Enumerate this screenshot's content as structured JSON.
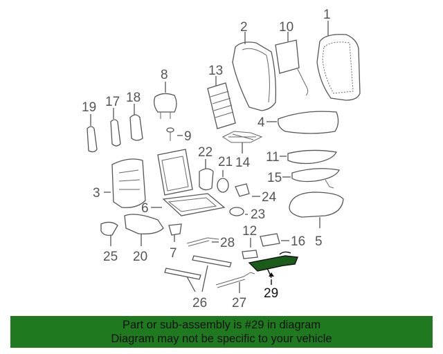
{
  "callouts": {
    "c1": "1",
    "c2": "2",
    "c3": "3",
    "c4": "4",
    "c5": "5",
    "c6": "6",
    "c7": "7",
    "c8": "8",
    "c9": "9",
    "c10": "10",
    "c11": "11",
    "c12": "12",
    "c13": "13",
    "c14": "14",
    "c15": "15",
    "c16": "16",
    "c17": "17",
    "c18": "18",
    "c19": "19",
    "c20": "20",
    "c21": "21",
    "c22": "22",
    "c23": "23",
    "c24": "24",
    "c25": "25",
    "c26": "26",
    "c27": "27",
    "c28": "28",
    "c29": "29"
  },
  "highlight_part": "29",
  "colors": {
    "banner_bg": "#1f7a1f",
    "highlight_fill": "#1a5c1a",
    "line": "#555555"
  },
  "banner": {
    "line1": "Part or sub-assembly is #29 in diagram",
    "line2": "Diagram may not be specific to your vehicle"
  }
}
